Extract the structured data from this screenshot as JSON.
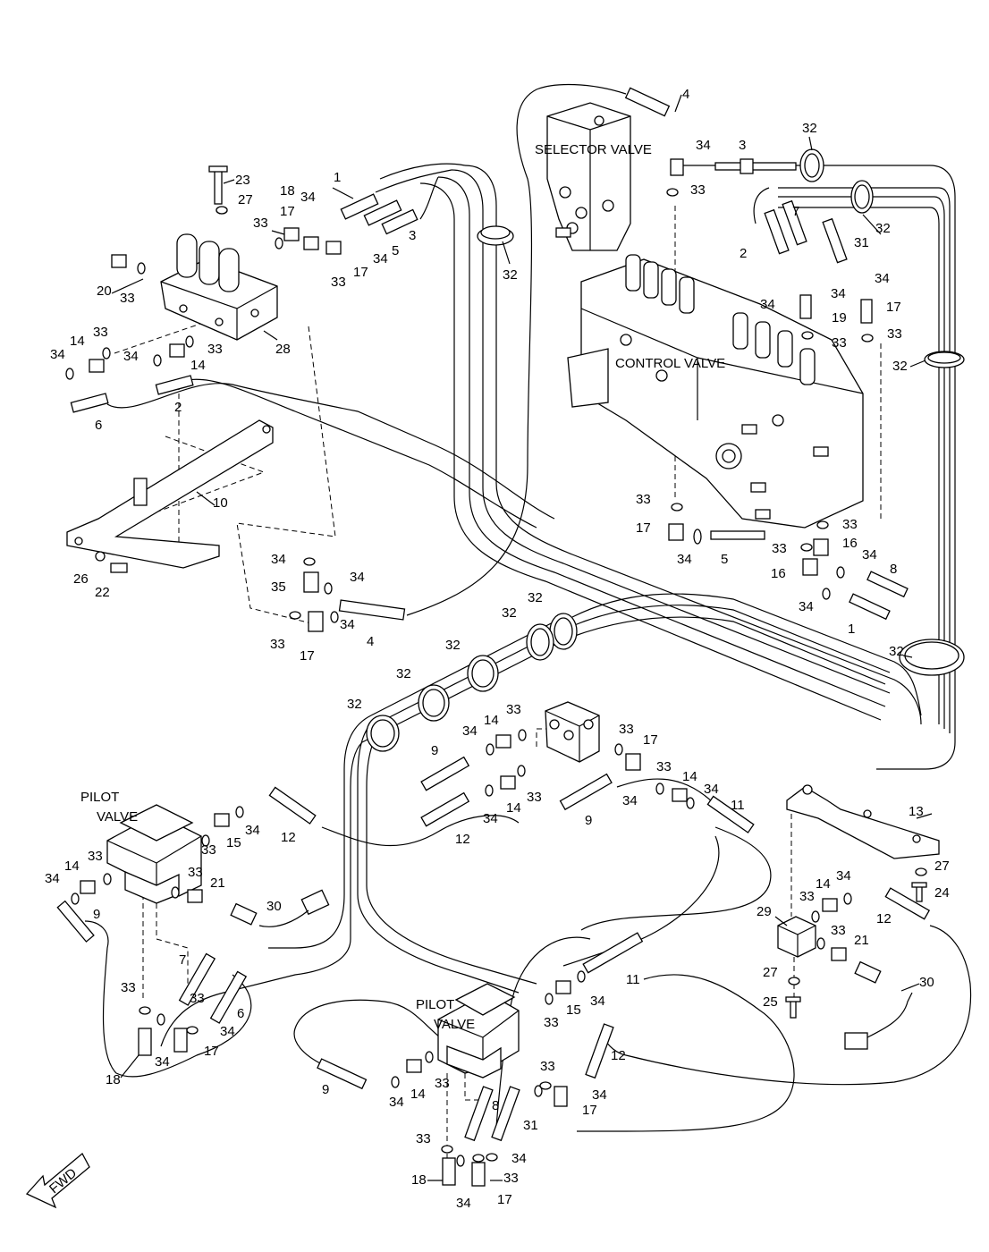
{
  "components": {
    "selector_valve": "SELECTOR VALVE",
    "control_valve": "CONTROL VALVE",
    "pilot_valve_left_line1": "PILOT",
    "pilot_valve_left_line2": "VALVE",
    "pilot_valve_bottom_line1": "PILOT",
    "pilot_valve_bottom_line2": "VALVE"
  },
  "direction_marker": "FWD",
  "callouts": [
    "1",
    "2",
    "3",
    "4",
    "5",
    "6",
    "7",
    "8",
    "9",
    "10",
    "11",
    "12",
    "13",
    "14",
    "15",
    "16",
    "17",
    "18",
    "19",
    "20",
    "21",
    "22",
    "23",
    "24",
    "25",
    "26",
    "27",
    "28",
    "29",
    "30",
    "31",
    "32",
    "33",
    "34",
    "35"
  ]
}
